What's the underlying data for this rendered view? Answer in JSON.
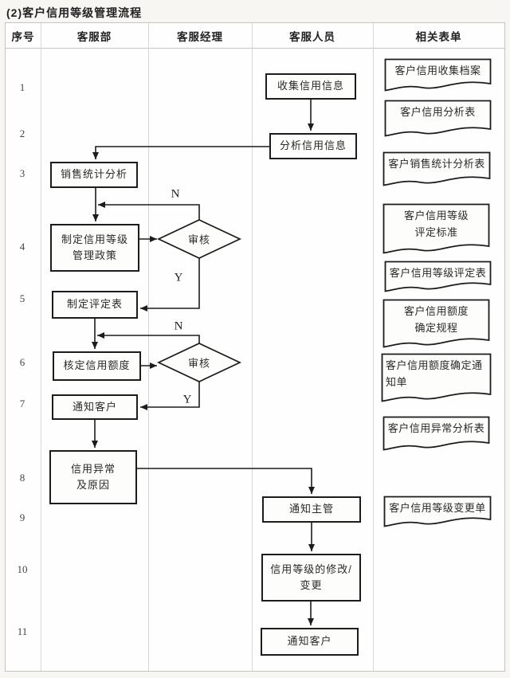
{
  "title": "(2)客户信用等级管理流程",
  "table": {
    "columns": [
      "序号",
      "客服部",
      "客服经理",
      "客服人员",
      "相关表单"
    ]
  },
  "row_numbers": [
    "1",
    "2",
    "3",
    "4",
    "5",
    "6",
    "7",
    "8",
    "9",
    "10",
    "11"
  ],
  "flowchart": {
    "nodes": [
      {
        "id": "n1",
        "lines": [
          "收集信用信息"
        ]
      },
      {
        "id": "n2",
        "lines": [
          "分析信用信息"
        ]
      },
      {
        "id": "n3",
        "lines": [
          "销售统计分析"
        ]
      },
      {
        "id": "n4",
        "lines": [
          "制定信用等级",
          "管理政策"
        ]
      },
      {
        "id": "n5",
        "lines": [
          "制定评定表"
        ]
      },
      {
        "id": "n6",
        "lines": [
          "核定信用额度"
        ]
      },
      {
        "id": "n7",
        "lines": [
          "通知客户"
        ]
      },
      {
        "id": "n8",
        "lines": [
          "信用异常",
          "及原因"
        ]
      },
      {
        "id": "n9",
        "lines": [
          "通知主管"
        ]
      },
      {
        "id": "n10",
        "lines": [
          "信用等级的修改/",
          "变更"
        ]
      },
      {
        "id": "n11",
        "lines": [
          "通知客户"
        ]
      }
    ],
    "decisions": [
      {
        "id": "d1",
        "label": "审核"
      },
      {
        "id": "d2",
        "label": "审核"
      }
    ],
    "branch_labels": [
      {
        "id": "b1",
        "label": "N"
      },
      {
        "id": "b2",
        "label": "Y"
      },
      {
        "id": "b3",
        "label": "N"
      },
      {
        "id": "b4",
        "label": "Y"
      }
    ]
  },
  "forms": [
    {
      "id": "f1",
      "lines": [
        "客户信用收集档案"
      ]
    },
    {
      "id": "f2",
      "lines": [
        "客户信用分析表"
      ]
    },
    {
      "id": "f3",
      "lines": [
        "客户销售统计分析表"
      ]
    },
    {
      "id": "f4",
      "lines": [
        "客户信用等级",
        "评定标准"
      ]
    },
    {
      "id": "f5",
      "lines": [
        "客户信用等级评定表"
      ]
    },
    {
      "id": "f6",
      "lines": [
        "客户信用额度",
        "确定规程"
      ]
    },
    {
      "id": "f7",
      "lines": [
        "客户信用额度确定通",
        "知单"
      ]
    },
    {
      "id": "f8",
      "lines": [
        "客户信用异常分析表"
      ]
    },
    {
      "id": "f9",
      "lines": [
        "客户信用等级变更单"
      ]
    }
  ],
  "colors": {
    "line": "#1c1c1c",
    "grid": "#d9d7d4",
    "text": "#333333"
  }
}
